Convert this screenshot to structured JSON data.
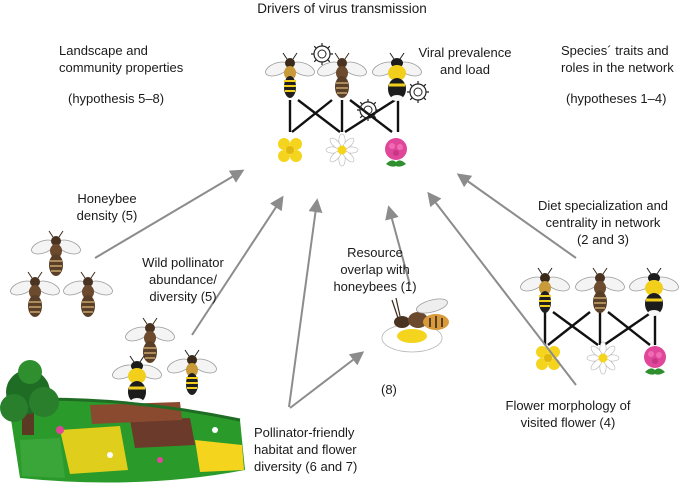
{
  "title": "Drivers of virus transmission",
  "left_header": "Landscape and\ncommunity properties",
  "left_hypothesis": "(hypothesis 5–8)",
  "right_header": "Species´ traits and\nroles in the network",
  "right_hypothesis": "(hypotheses 1–4)",
  "viral_label": "Viral prevalence\nand load",
  "drivers": {
    "honeybee_density": "Honeybee\ndensity (5)",
    "wild_pollinator": "Wild pollinator\nabundance/\ndiversity (5)",
    "resource_overlap": "Resource\noverlap with\nhoneybees (1)",
    "diet_specialization": "Diet specialization and\ncentrality in network\n(2 and 3)",
    "habitat": "Pollinator-friendly\nhabitat and flower\ndiversity (6 and 7)",
    "interaction_code": "(8)",
    "flower_morphology": "Flower morphology of\nvisited flower (4)"
  },
  "colors": {
    "arrow": "#8c8c8c",
    "honeybee_body": "#5a3f28",
    "bee_stripe_yellow": "#f2cf1b",
    "bumblebee_black": "#1c1c1c",
    "flower_yellow": "#f4d41c",
    "flower_pink": "#e0479a",
    "leaf_green": "#2f8f2f",
    "field_green": "#2a9a2a",
    "field_brown": "#6b3a2a",
    "tree_green": "#1f6d24"
  },
  "icons": [
    "honeybee-icon",
    "solitary-bee-icon",
    "bumblebee-icon",
    "virus-icon",
    "yellow-flower-icon",
    "daisy-icon",
    "clover-icon",
    "landscape-icon",
    "tree-icon"
  ]
}
